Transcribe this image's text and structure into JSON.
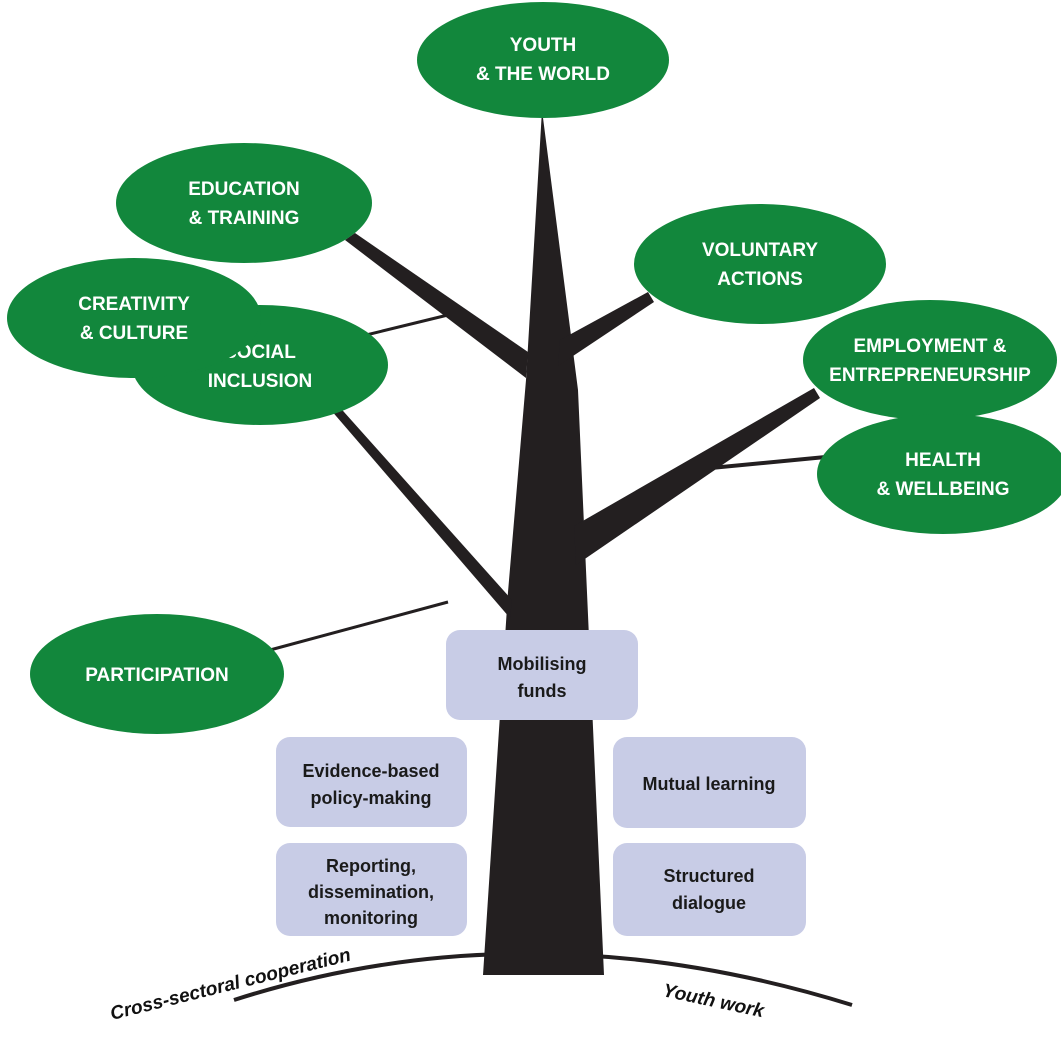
{
  "colors": {
    "leaf_fill": "#12873c",
    "trunk": "#231f20",
    "box_fill": "#c8cce6",
    "text_dark": "#1a1a1a",
    "text_light": "#ffffff"
  },
  "leaves": {
    "youth_world": {
      "line1": "YOUTH",
      "line2": "& THE WORLD"
    },
    "education": {
      "line1": "EDUCATION",
      "line2": "& TRAINING"
    },
    "voluntary": {
      "line1": "VOLUNTARY",
      "line2": "ACTIONS"
    },
    "social": {
      "line1": "SOCIAL",
      "line2": "INCLUSION"
    },
    "employment": {
      "line1": "EMPLOYMENT &",
      "line2": "ENTREPRENEURSHIP"
    },
    "health": {
      "line1": "HEALTH",
      "line2": "& WELLBEING"
    },
    "creativity": {
      "line1": "CREATIVITY",
      "line2": "& CULTURE"
    },
    "participation": {
      "line1": "PARTICIPATION"
    }
  },
  "boxes": {
    "mobilising": {
      "line1": "Mobilising",
      "line2": "funds"
    },
    "evidence": {
      "line1": "Evidence-based",
      "line2": "policy-making"
    },
    "mutual": {
      "line1": "Mutual learning"
    },
    "reporting": {
      "line1": "Reporting,",
      "line2": "dissemination,",
      "line3": "monitoring"
    },
    "structured": {
      "line1": "Structured",
      "line2": "dialogue"
    }
  },
  "ground": {
    "left_label": "Cross-sectoral cooperation",
    "right_label": "Youth work"
  }
}
